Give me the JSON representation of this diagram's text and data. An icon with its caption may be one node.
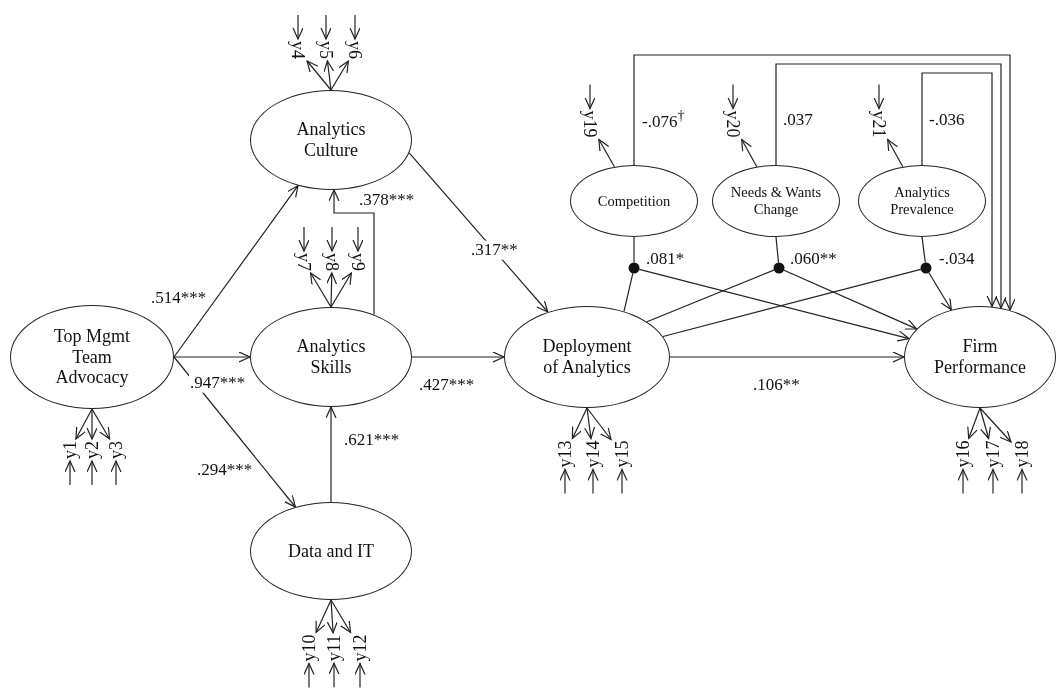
{
  "diagram": {
    "nodes": [
      {
        "text": [
          "Top Mgmt Team Advocacy"
        ]
      },
      {
        "text": [
          "Analytics Culture"
        ]
      },
      {
        "text": [
          "Analytics Skills"
        ]
      },
      {
        "text": [
          "Data and IT"
        ]
      },
      {
        "text": [
          "Deployment of Analytics"
        ]
      },
      {
        "text": [
          "Competition"
        ]
      },
      {
        "text": [
          "Needs & Wants Change"
        ]
      },
      {
        "text": [
          "Analytics Prevalence"
        ]
      },
      {
        "text": [
          "Firm Performance"
        ]
      },
      {
        "text": [],
        "shape": "circle"
      },
      {
        "text": [],
        "shape": "circle"
      },
      {
        "text": [],
        "shape": "circle"
      },
      {
        "text": [
          "y1"
        ]
      },
      {
        "text": [
          "y2"
        ]
      },
      {
        "text": [
          "y3"
        ]
      },
      {
        "text": [
          "y4"
        ]
      },
      {
        "text": [
          "y5"
        ]
      },
      {
        "text": [
          "y6"
        ]
      },
      {
        "text": [
          "y7"
        ]
      },
      {
        "text": [
          "y8"
        ]
      },
      {
        "text": [
          "y9"
        ]
      },
      {
        "text": [
          "y10"
        ]
      },
      {
        "text": [
          "y11"
        ]
      },
      {
        "text": [
          "y12"
        ]
      },
      {
        "text": [
          "y13"
        ]
      },
      {
        "text": [
          "y14"
        ]
      },
      {
        "text": [
          "y15"
        ]
      },
      {
        "text": [
          "y16"
        ]
      },
      {
        "text": [
          "y17"
        ]
      },
      {
        "text": [
          "y18"
        ]
      },
      {
        "text": [
          "y19"
        ]
      },
      {
        "text": [
          "y20"
        ]
      },
      {
        "text": [
          "y21"
        ]
      }
    ],
    "edges": [
      {
        "from": 0,
        "to": 1,
        "arrow": "to",
        "label": ".514***"
      },
      {
        "from": 0,
        "to": 2,
        "arrow": "to",
        "label": ".947***"
      },
      {
        "from": 0,
        "to": 3,
        "arrow": "to",
        "label": ".294***"
      },
      {
        "from": 3,
        "to": 2,
        "arrow": "to",
        "label": ".621***"
      },
      {
        "from": 2,
        "to": 1,
        "arrow": "to",
        "label": ".378***"
      },
      {
        "from": 2,
        "to": 4,
        "arrow": "to",
        "label": ".427***"
      },
      {
        "from": 1,
        "to": 4,
        "arrow": "to",
        "label": ".317**"
      },
      {
        "from": 4,
        "to": 8,
        "arrow": "to",
        "label": ".106**"
      },
      {
        "from": 5,
        "to": 8,
        "arrow": "to",
        "label": "-.076$^{†}$"
      },
      {
        "from": 6,
        "to": 8,
        "arrow": "to",
        "label": ".037"
      },
      {
        "from": 7,
        "to": 8,
        "arrow": "to",
        "label": "-.036"
      },
      {
        "from": 5,
        "to": 9,
        "arrow": "none",
        "label": ".081*"
      },
      {
        "from": 4,
        "to": 9,
        "arrow": "none"
      },
      {
        "from": 9,
        "to": 8,
        "arrow": "to"
      },
      {
        "from": 6,
        "to": 10,
        "arrow": "none",
        "label": ".060**"
      },
      {
        "from": 4,
        "to": 10,
        "arrow": "none"
      },
      {
        "from": 10,
        "to": 8,
        "arrow": "to"
      },
      {
        "from": 7,
        "to": 11,
        "arrow": "none",
        "label": "-.034"
      },
      {
        "from": 4,
        "to": 11,
        "arrow": "none"
      },
      {
        "from": 11,
        "to": 8,
        "arrow": "to"
      },
      {
        "from": 0,
        "to": 12,
        "arrow": "to"
      },
      {
        "from": 0,
        "to": 13,
        "arrow": "to"
      },
      {
        "from": 0,
        "to": 14,
        "arrow": "to"
      },
      {
        "from": 1,
        "to": 15,
        "arrow": "to"
      },
      {
        "from": 1,
        "to": 16,
        "arrow": "to"
      },
      {
        "from": 1,
        "to": 17,
        "arrow": "to"
      },
      {
        "from": 2,
        "to": 18,
        "arrow": "to"
      },
      {
        "from": 2,
        "to": 19,
        "arrow": "to"
      },
      {
        "from": 2,
        "to": 20,
        "arrow": "to"
      },
      {
        "from": 3,
        "to": 21,
        "arrow": "to"
      },
      {
        "from": 3,
        "to": 22,
        "arrow": "to"
      },
      {
        "from": 3,
        "to": 23,
        "arrow": "to"
      },
      {
        "from": 4,
        "to": 24,
        "arrow": "to"
      },
      {
        "from": 4,
        "to": 25,
        "arrow": "to"
      },
      {
        "from": 4,
        "to": 26,
        "arrow": "to"
      },
      {
        "from": 8,
        "to": 27,
        "arrow": "to"
      },
      {
        "from": 8,
        "to": 28,
        "arrow": "to"
      },
      {
        "from": 8,
        "to": 29,
        "arrow": "to"
      },
      {
        "from": 5,
        "to": 30,
        "arrow": "to"
      },
      {
        "from": 6,
        "to": 31,
        "arrow": "to"
      },
      {
        "from": 7,
        "to": 32,
        "arrow": "to"
      },
      {
        "from": null,
        "to": 12,
        "arrow": "to"
      },
      {
        "from": null,
        "to": 13,
        "arrow": "to"
      },
      {
        "from": null,
        "to": 14,
        "arrow": "to"
      },
      {
        "from": null,
        "to": 15,
        "arrow": "to"
      },
      {
        "from": null,
        "to": 16,
        "arrow": "to"
      },
      {
        "from": null,
        "to": 17,
        "arrow": "to"
      },
      {
        "from": null,
        "to": 18,
        "arrow": "to"
      },
      {
        "from": null,
        "to": 19,
        "arrow": "to"
      },
      {
        "from": null,
        "to": 20,
        "arrow": "to"
      },
      {
        "from": null,
        "to": 21,
        "arrow": "to"
      },
      {
        "from": null,
        "to": 22,
        "arrow": "to"
      },
      {
        "from": null,
        "to": 23,
        "arrow": "to"
      },
      {
        "from": null,
        "to": 24,
        "arrow": "to"
      },
      {
        "from": null,
        "to": 25,
        "arrow": "to"
      },
      {
        "from": null,
        "to": 26,
        "arrow": "to"
      },
      {
        "from": null,
        "to": 27,
        "arrow": "to"
      },
      {
        "from": null,
        "to": 28,
        "arrow": "to"
      },
      {
        "from": null,
        "to": 29,
        "arrow": "to"
      },
      {
        "from": null,
        "to": 30,
        "arrow": "to"
      },
      {
        "from": null,
        "to": 31,
        "arrow": "to"
      },
      {
        "from": null,
        "to": 32,
        "arrow": "to"
      }
    ]
  }
}
